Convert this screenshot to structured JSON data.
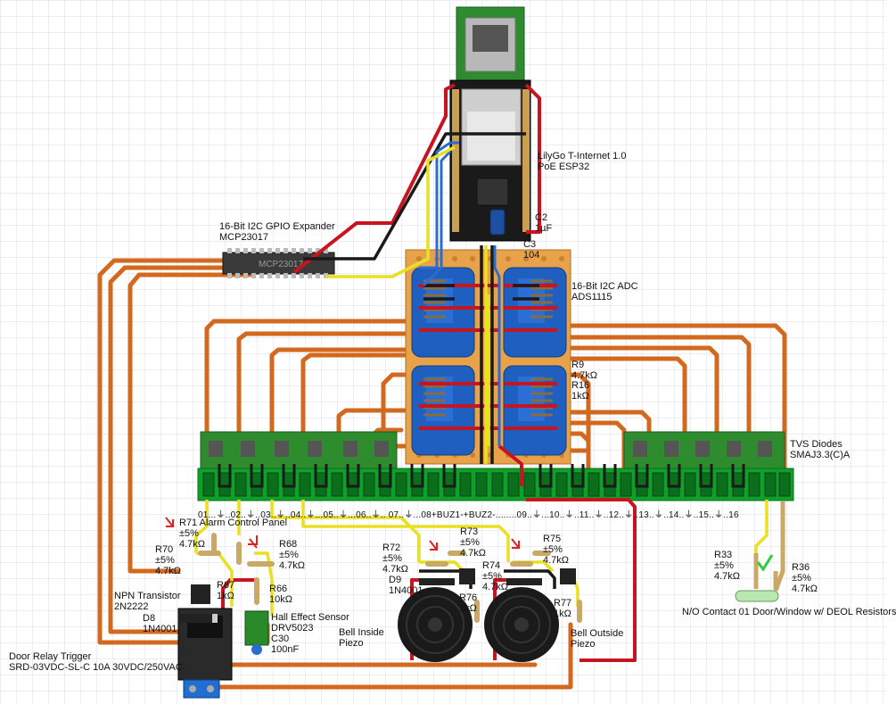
{
  "labels": {
    "esp32": [
      "LilyGo T-Internet 1.0",
      "PoE ESP32"
    ],
    "c2": [
      "C2",
      "1µF"
    ],
    "c3": [
      "C3",
      "104"
    ],
    "gpio_expander": [
      "16-Bit I2C GPIO Expander",
      "MCP23017"
    ],
    "chip_text": "MCP23017",
    "adc": [
      "16-Bit I2C ADC",
      "ADS1115"
    ],
    "r9": [
      "R9",
      "4.7kΩ"
    ],
    "r16": [
      "R16",
      "1kΩ"
    ],
    "tvs": [
      "TVS Diodes",
      "SMAJ3.3(C)A"
    ],
    "terminal_row": "01...⏚..02..⏚..03..⏚..04..⏚...05..⏚...06..⏚.. 07..⏚...08+BUZ1-+BUZ2-........09..⏚...10..⏚..11..⏚..12..⏚..13..⏚..14..⏚..15..⏚..16",
    "r71": [
      "R71 Alarm Control Panel",
      "±5%",
      "4.7kΩ"
    ],
    "r70": [
      "R70",
      "±5%",
      "4.7kΩ"
    ],
    "r68": [
      "R68",
      "±5%",
      "4.7kΩ"
    ],
    "r67": [
      "R67",
      "1kΩ"
    ],
    "r66": [
      "R66",
      "10kΩ"
    ],
    "npn": [
      "NPN Transistor",
      "2N2222"
    ],
    "d8": [
      "D8",
      "1N4001"
    ],
    "hall": [
      "Hall Effect Sensor",
      "DRV5023"
    ],
    "c30": [
      "C30",
      "100nF"
    ],
    "relay": [
      "Door Relay Trigger",
      "SRD-03VDC-SL-C 10A 30VDC/250VAC"
    ],
    "r73": [
      "R73",
      "±5%",
      "4.7kΩ"
    ],
    "r72": [
      "R72",
      "±5%",
      "4.7kΩ"
    ],
    "r74": [
      "R74",
      "±5%",
      "4.7kΩ"
    ],
    "d9": [
      "D9",
      "1N4001"
    ],
    "r76": [
      "R76",
      "1kΩ"
    ],
    "bell_inside": [
      "Bell Inside",
      "Piezo"
    ],
    "r75": [
      "R75",
      "±5%",
      "4.7kΩ"
    ],
    "r77": [
      "R77",
      "1kΩ"
    ],
    "bell_outside": [
      "Bell Outside",
      "Piezo"
    ],
    "r33": [
      "R33",
      "±5%",
      "4.7kΩ"
    ],
    "r36": [
      "R36",
      "±5%",
      "4.7kΩ"
    ],
    "contact": [
      "N/O Contact 01 Door/Window w/ DEOL Resistors"
    ]
  },
  "colors": {
    "pcb_green": "#2e8b2e",
    "terminal_green": "#0fa02a",
    "wire_orange": "#d2691e",
    "wire_red": "#c8141e",
    "wire_black": "#1a1a1a",
    "wire_yellow": "#e8e020",
    "wire_blue": "#2a6cd0",
    "board_blue": "#1f5fc0",
    "perfboard": "#e8a24a",
    "grid": "#d8dce8",
    "check_green": "#2ecc40",
    "arrow_red": "#e02020"
  }
}
